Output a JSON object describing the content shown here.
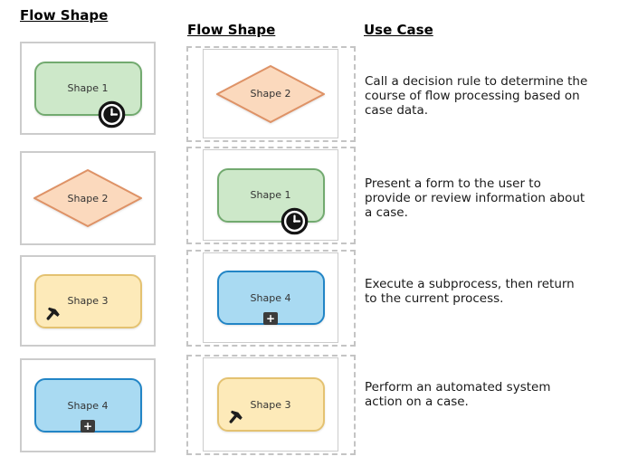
{
  "headers": {
    "left": "Flow Shape",
    "middle": "Flow Shape",
    "right": "Use Case"
  },
  "shapes": {
    "shape1": {
      "label": "Shape 1",
      "type": "rounded-rect",
      "fill": "#cde8c9",
      "stroke": "#72aa6f",
      "badge": "clock-icon"
    },
    "shape2": {
      "label": "Shape 2",
      "type": "diamond",
      "fill": "#fbd9bd",
      "stroke": "#de9266",
      "badge": ""
    },
    "shape3": {
      "label": "Shape 3",
      "type": "rounded-rect",
      "fill": "#fdeab9",
      "stroke": "#e4c271",
      "badge": "hammer-icon"
    },
    "shape4": {
      "label": "Shape 4",
      "type": "rounded-rect",
      "fill": "#a9daf2",
      "stroke": "#2285c6",
      "badge": "plus-icon"
    }
  },
  "left_column": {
    "order": [
      "shape1",
      "shape2",
      "shape3",
      "shape4"
    ]
  },
  "middle_column": {
    "order": [
      "shape2",
      "shape1",
      "shape4",
      "shape3"
    ]
  },
  "use_cases": [
    "Call a decision rule to determine the\ncourse of flow processing based on\ncase data.",
    "Present a form to the user to\nprovide or review information about\na case.",
    "Execute a subprocess, then return\nto the current process.",
    "Perform an automated system\naction on a case."
  ],
  "icons": {
    "plus_glyph": "+"
  },
  "colors": {
    "tile_border": "#cccccc",
    "drop_target_border": "#c4c4c4",
    "inner_border": "#cccccc",
    "shape_label": "#333333",
    "use_case_text": "#1a1a1a",
    "badge_dark": "#3b3b3b"
  }
}
